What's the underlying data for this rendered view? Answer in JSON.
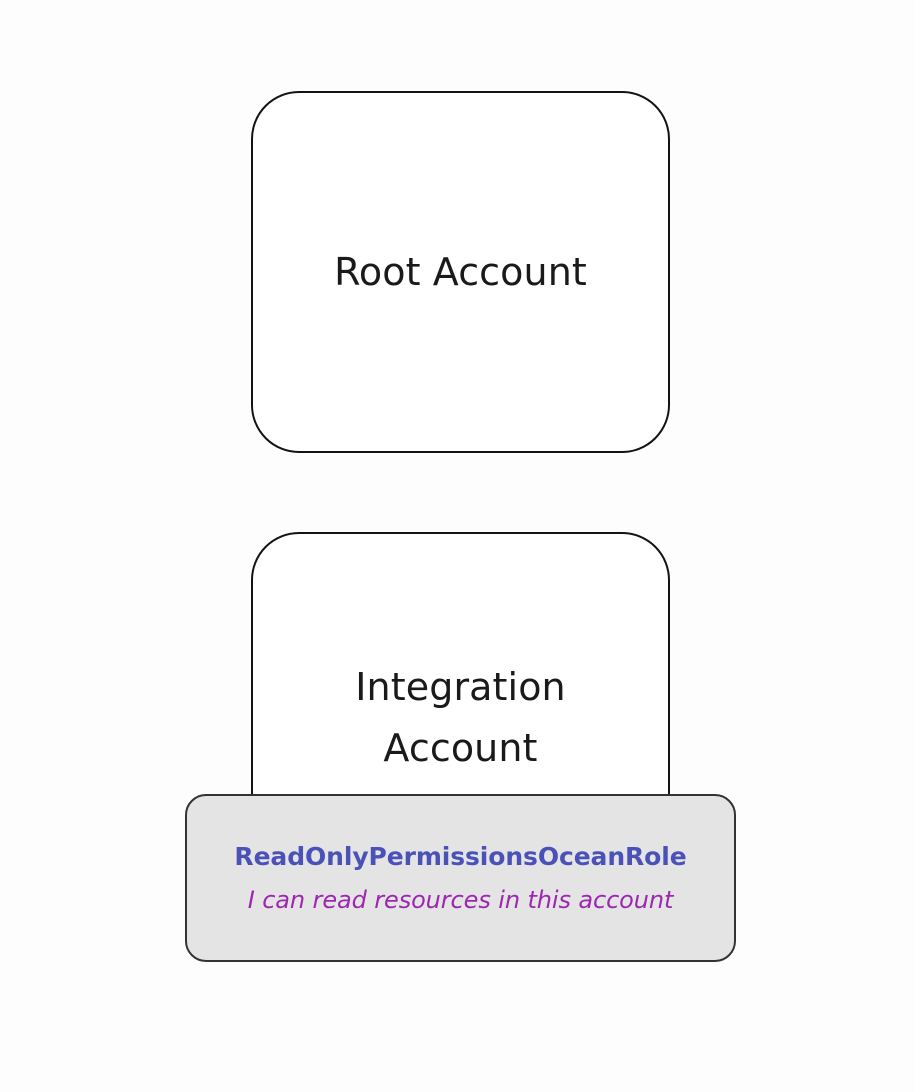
{
  "diagram": {
    "background_color": "#fdfdfd",
    "nodes": [
      {
        "id": "root-account",
        "type": "account-container",
        "label": "Root Account",
        "fill_color": "#ffffff",
        "border_color": "#141414"
      },
      {
        "id": "integration-account",
        "type": "account-container",
        "label": "Integration\nAccount",
        "fill_color": "#ffffff",
        "border_color": "#141414"
      },
      {
        "id": "readonly-role",
        "type": "role-card",
        "title": "ReadOnlyPermissionsOceanRole",
        "subtitle": "I can read resources in this account",
        "fill_color": "#e4e4e4",
        "border_color": "#333333",
        "title_color": "#4a52b8",
        "subtitle_color": "#9c27b0"
      }
    ]
  }
}
